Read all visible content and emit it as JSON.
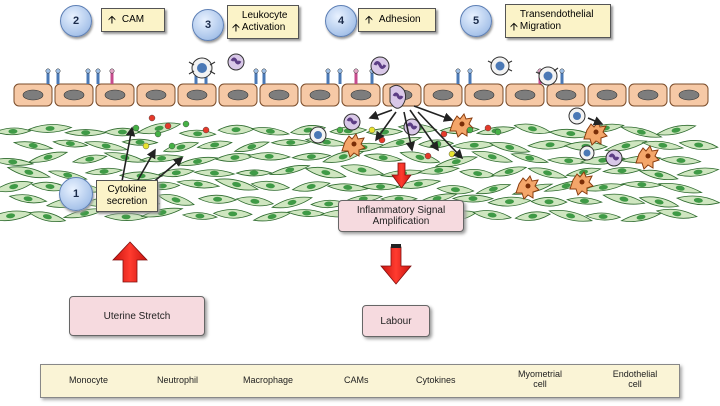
{
  "steps": [
    {
      "number": "2",
      "text": "CAM"
    },
    {
      "number": "3",
      "text": "Leukocyte Activation"
    },
    {
      "number": "4",
      "text": "Adhesion"
    },
    {
      "number": "5",
      "text": "Transendothelial Migration"
    },
    {
      "number": "1",
      "text": "Cytokine secretion"
    }
  ],
  "boxes": {
    "inflammatory": "Inflammatory Signal Amplification",
    "uterine": "Uterine Stretch",
    "labour": "Labour"
  },
  "legend": {
    "monocyte": "Monocyte",
    "neutrophil": "Neutrophil",
    "macrophage": "Macrophage",
    "cams": "CAMs",
    "cytokines": "Cytokines",
    "myometrial": "Myometrial cell",
    "endothelial": "Endothelial cell"
  },
  "colors": {
    "endothelial": "#f6c9a6",
    "myometrial": "#cfe6c0",
    "nucleus_green": "#3f9a46",
    "arrow_red": "#e8241f",
    "box_yellow": "#fbf3c8",
    "box_pink": "#f6dadf"
  }
}
